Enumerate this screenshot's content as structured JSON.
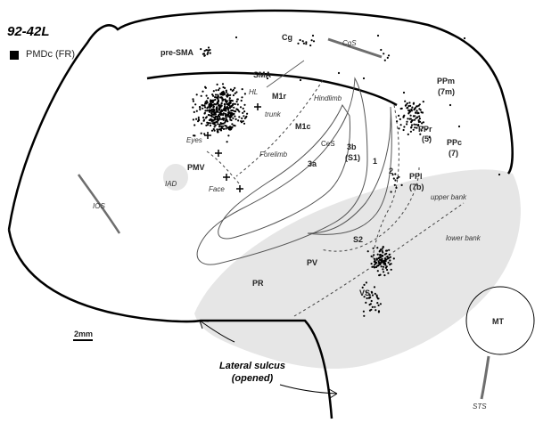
{
  "case_id": "92-42L",
  "legend": {
    "label": "PMDc (FR)",
    "marker_color": "#000000"
  },
  "scale_bar": "2mm",
  "colors": {
    "outline": "#000000",
    "sulcus_gray": "#6e6e6e",
    "lateral_fill": "#e6e6e6",
    "cell_dot": "#000000"
  },
  "labels": {
    "pre_sma": "pre-SMA",
    "cg": "Cg",
    "cgs": "CgS",
    "sma": "SMA",
    "hl": "HL",
    "trunk": "trunk",
    "m1r": "M1r",
    "hindlimb": "Hindlimb",
    "m1c": "M1c",
    "eyes": "Eyes",
    "forelimb": "Forelimb",
    "pmv": "PMV",
    "iad": "IAD",
    "face": "Face",
    "ces": "CeS",
    "area_3a": "3a",
    "area_3b": "3b",
    "s1": "(S1)",
    "area_1": "1",
    "area_2": "2",
    "ppm": "PPm",
    "ppm7m": "(7m)",
    "ppr": "PPr",
    "ppr5": "(5)",
    "ppc": "PPc",
    "ppc7": "(7)",
    "ppi": "PPl",
    "ppi7b": "(7b)",
    "upper_bank": "upper bank",
    "lower_bank": "lower bank",
    "ios": "IOS",
    "s2": "S2",
    "pv": "PV",
    "pr": "PR",
    "vs": "VS",
    "mt": "MT",
    "sts": "STS",
    "lateral_line1": "Lateral sulcus",
    "lateral_line2": "(opened)"
  }
}
